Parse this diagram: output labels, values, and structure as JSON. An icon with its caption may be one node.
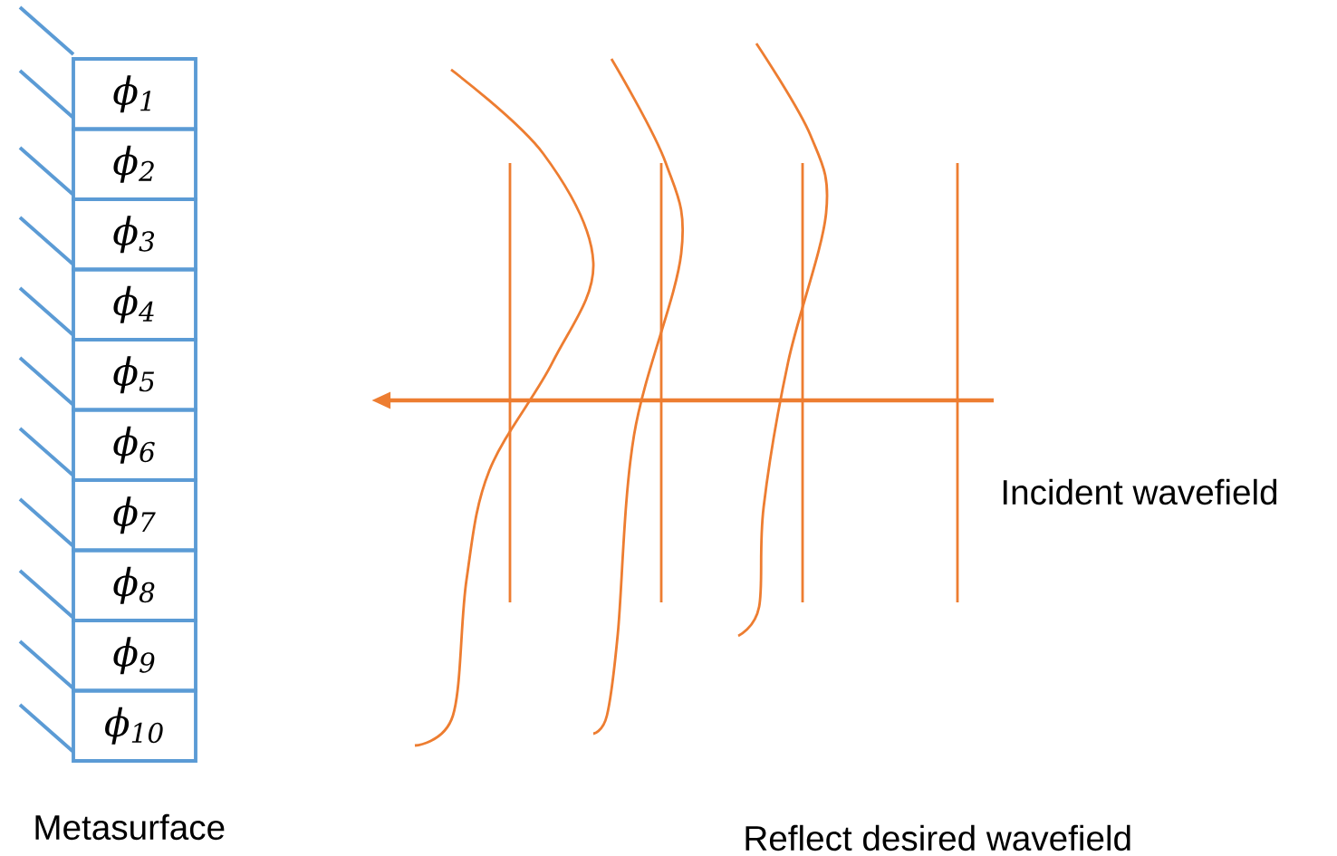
{
  "diagram": {
    "nodes": [
      {
        "text": [
          "ϕ$_{1}$"
        ]
      },
      {
        "text": [
          "ϕ$_{2}$"
        ]
      },
      {
        "text": [
          "ϕ$_{3}$"
        ]
      },
      {
        "text": [
          "ϕ$_{4}$"
        ]
      },
      {
        "text": [
          "ϕ$_{5}$"
        ]
      },
      {
        "text": [
          "ϕ$_{6}$"
        ]
      },
      {
        "text": [
          "ϕ$_{7}$"
        ]
      },
      {
        "text": [
          "ϕ$_{8}$"
        ]
      },
      {
        "text": [
          "ϕ$_{9}$"
        ]
      },
      {
        "text": [
          "ϕ$_{10}$"
        ]
      }
    ],
    "labels": [
      "Incident wavefield",
      "Metasurface",
      "Reflect desired wavefield"
    ]
  }
}
